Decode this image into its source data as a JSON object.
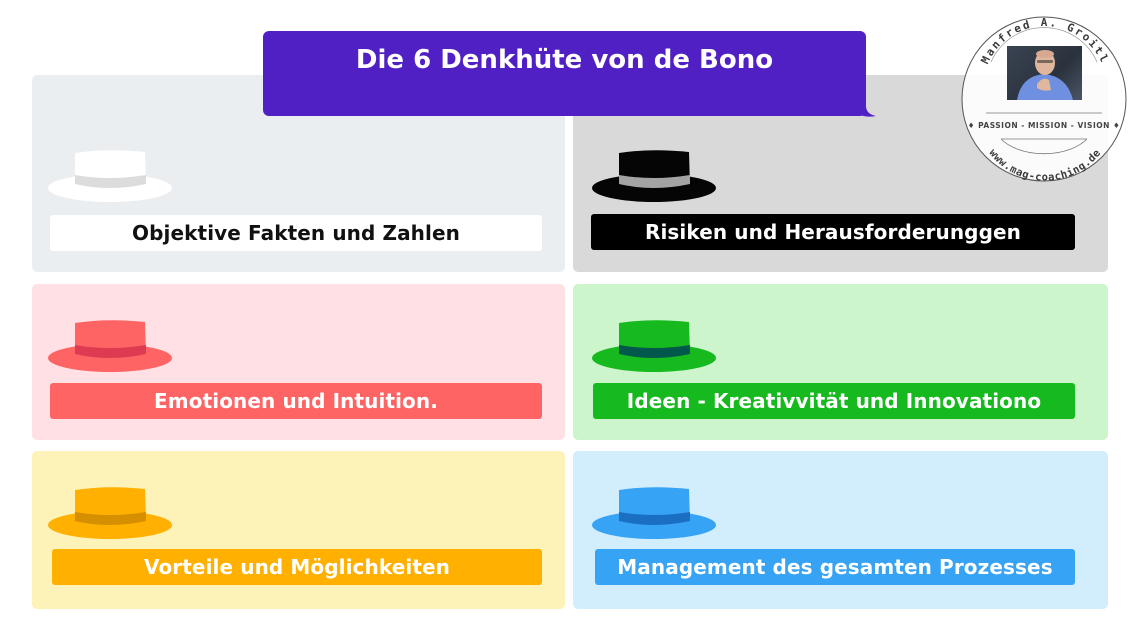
{
  "title": "Die 6 Denkhüte von de Bono",
  "logo": {
    "name": "Manfred A. Groitl",
    "tagline": "♦ PASSION - MISSION - VISION ♦",
    "website": "www.mag-coaching.de"
  },
  "colors": {
    "title_bg": "#5020c4",
    "white_panel": "#ebeef1",
    "black_panel": "#d9d9d9",
    "red_panel": "#ffe0e4",
    "green_panel": "#ccf5cc",
    "yellow_panel": "#fdf3b8",
    "blue_panel": "#d2eefc"
  },
  "hats": [
    {
      "color": "white",
      "label": "Objektive Fakten und Zahlen"
    },
    {
      "color": "black",
      "label": "Risiken und Herausforderunggen"
    },
    {
      "color": "red",
      "label": "Emotionen  und Intuition."
    },
    {
      "color": "green",
      "label": "Ideen - Kreativvität und Innovationo"
    },
    {
      "color": "yellow",
      "label": "Vorteile und Möglichkeiten"
    },
    {
      "color": "blue",
      "label": "Management des gesamten Prozesses"
    }
  ]
}
